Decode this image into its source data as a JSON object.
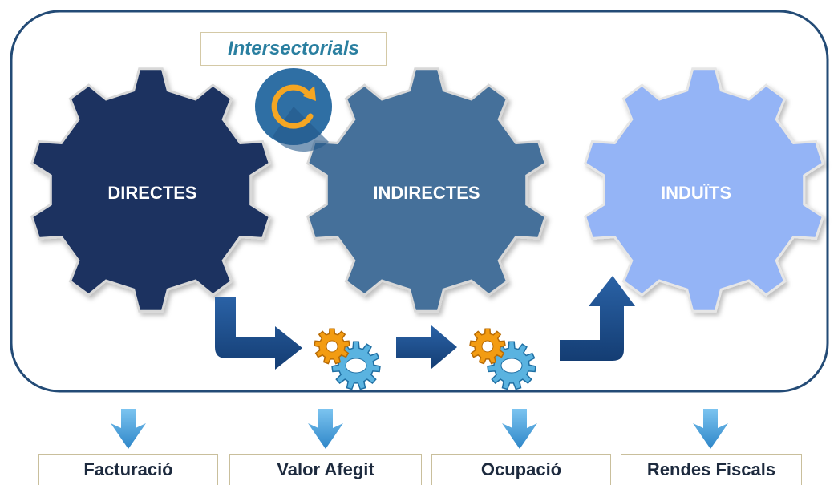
{
  "labels": {
    "intersectorial": "Intersectorials",
    "gear_direct": "DIRECTES",
    "gear_indirect": "INDIRECTES",
    "gear_induced": "INDUÏTS"
  },
  "outputs": [
    {
      "label": "Facturació"
    },
    {
      "label": "Valor Afegit"
    },
    {
      "label": "Ocupació"
    },
    {
      "label": "Rendes Fiscals"
    }
  ],
  "colors": {
    "frame_border": "#234b76",
    "gear_direct": "#1b3361",
    "gear_indirect": "#45709a",
    "gear_induced": "#94b4f6",
    "flow_arrow": "#1f4f8f",
    "down_arrow": "#4aa3df",
    "intersectorial_text": "#2a7fa0",
    "cycle_badge": "#2f6fa4",
    "cycle_icon": "#f5a623",
    "small_gear_orange": "#f39c12",
    "small_gear_blue": "#5ab3e0"
  },
  "icons": [
    "cycle-icon",
    "small-gears-icon",
    "down-arrow-icon",
    "flow-arrow-icon"
  ]
}
